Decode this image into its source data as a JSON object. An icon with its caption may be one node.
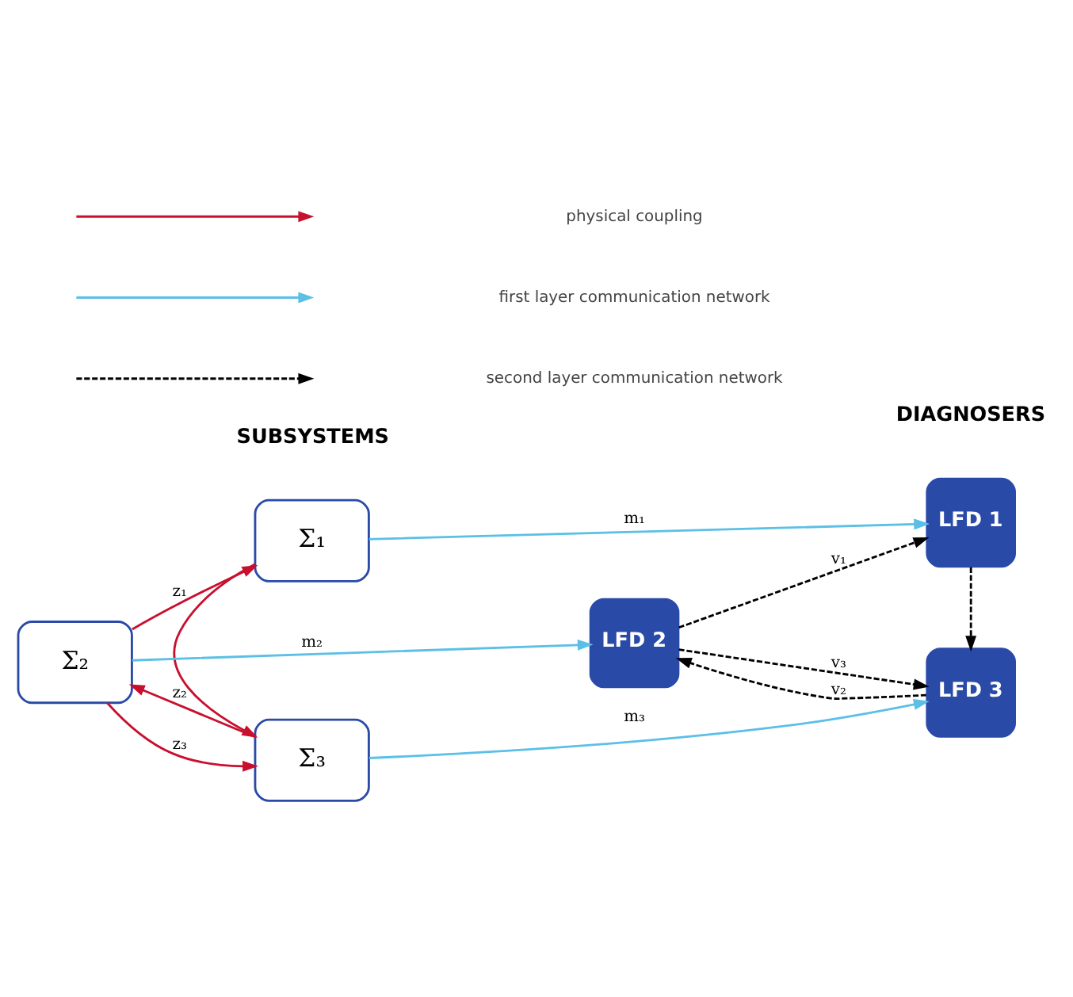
{
  "diagram": {
    "nodes": [
      {
        "text": [
          "Σ₁"
        ]
      },
      {
        "text": [
          "Σ₂"
        ]
      },
      {
        "text": [
          "Σ₃"
        ]
      },
      {
        "text": [
          "LFD 1"
        ]
      },
      {
        "text": [
          "LFD 2"
        ]
      },
      {
        "text": [
          "LFD 3"
        ]
      }
    ],
    "edges": [
      {
        "from": 1,
        "to": 0,
        "arrow": "to",
        "label": "z₁",
        "color": "#c8102e"
      },
      {
        "from": 0,
        "to": 2,
        "arrow": "to",
        "color": "#c8102e"
      },
      {
        "from": 1,
        "to": 2,
        "arrow": "to",
        "label": "z₃",
        "color": "#c8102e"
      },
      {
        "from": 2,
        "to": 1,
        "arrow": "to",
        "label": "z₂",
        "color": "#c8102e"
      },
      {
        "from": 0,
        "to": 3,
        "arrow": "to",
        "label": "m₁",
        "color": "#5bbfe6"
      },
      {
        "from": 1,
        "to": 4,
        "arrow": "to",
        "label": "m₂",
        "color": "#5bbfe6"
      },
      {
        "from": 2,
        "to": 5,
        "arrow": "to",
        "label": "m₃",
        "color": "#5bbfe6"
      },
      {
        "from": 4,
        "to": 3,
        "arrow": "to",
        "label": "v₁",
        "style": "dashed",
        "color": "#000000"
      },
      {
        "from": 3,
        "to": 5,
        "arrow": "to",
        "style": "dashed",
        "color": "#000000"
      },
      {
        "from": 4,
        "to": 5,
        "arrow": "to",
        "label": "v₃",
        "style": "dashed",
        "color": "#000000"
      },
      {
        "from": 5,
        "to": 4,
        "arrow": "to",
        "label": "v₂",
        "style": "dashed",
        "color": "#000000"
      }
    ],
    "labels": [
      "SUBSYSTEMS",
      "DIAGNOSERS"
    ],
    "legend": [
      {
        "text": "physical coupling"
      },
      {
        "text": "first layer communication network"
      },
      {
        "text": "second layer communication network"
      }
    ]
  }
}
